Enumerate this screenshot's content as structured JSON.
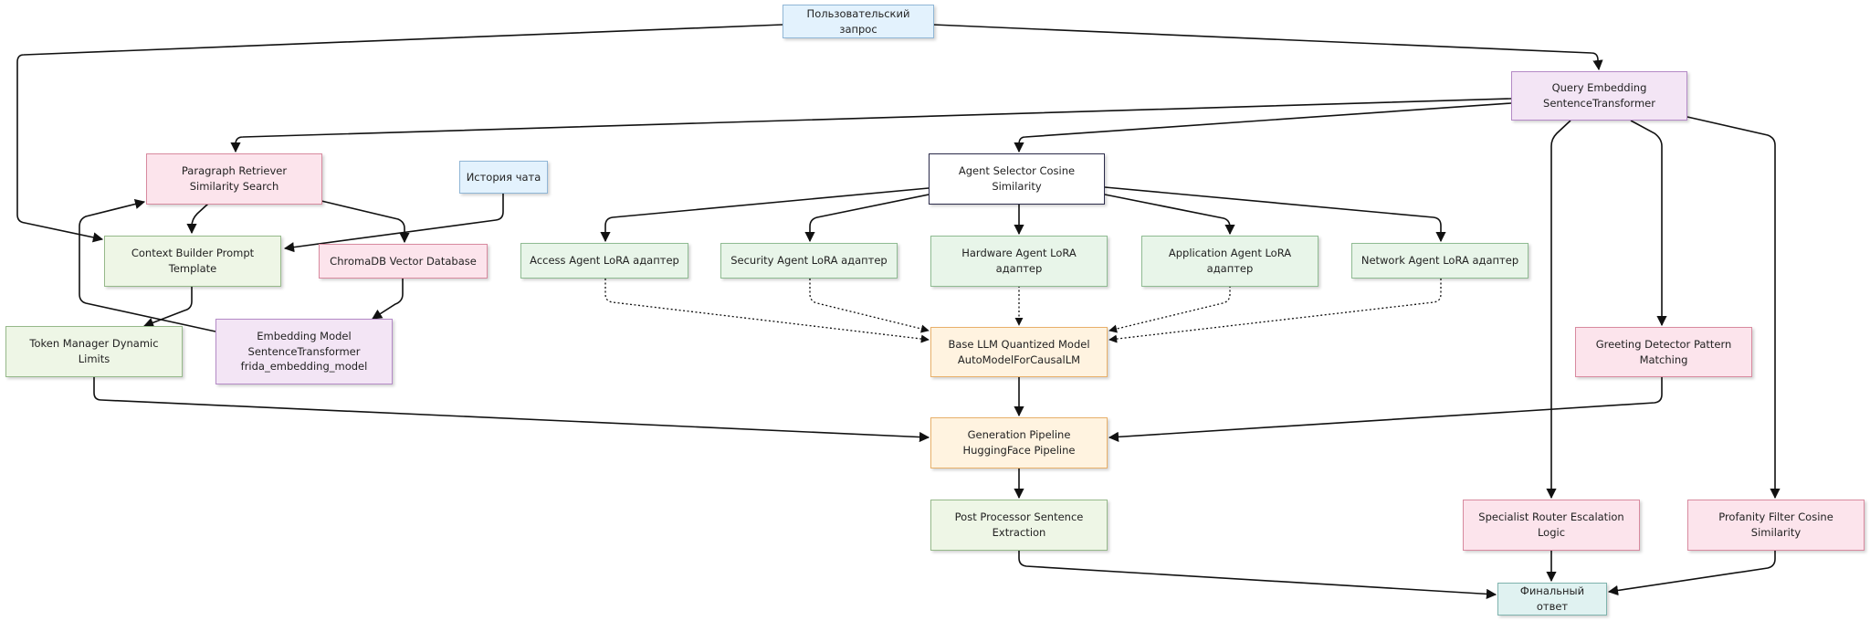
{
  "nodes": {
    "user_query": "Пользовательский запрос",
    "query_embedding": "Query Embedding\nSentenceTransformer",
    "paragraph_retriever": "Paragraph Retriever\nSimilarity Search",
    "chat_history": "История чата",
    "agent_selector": "Agent Selector Cosine\nSimilarity",
    "context_builder": "Context Builder Prompt\nTemplate",
    "chromadb": "ChromaDB Vector Database",
    "access_agent": "Access Agent LoRA адаптер",
    "security_agent": "Security Agent LoRA адаптер",
    "hardware_agent": "Hardware Agent LoRA\nадаптер",
    "application_agent": "Application Agent LoRA\nадаптер",
    "network_agent": "Network Agent LoRA адаптер",
    "token_manager": "Token Manager Dynamic\nLimits",
    "embedding_model": "Embedding Model\nSentenceTransformer\nfrida_embedding_model",
    "base_llm": "Base LLM Quantized Model\nAutoModelForCausalLM",
    "greeting_detector": "Greeting Detector Pattern\nMatching",
    "generation_pipeline": "Generation Pipeline\nHuggingFace Pipeline",
    "post_processor": "Post Processor Sentence\nExtraction",
    "specialist_router": "Specialist Router Escalation\nLogic",
    "profanity_filter": "Profanity Filter Cosine\nSimilarity",
    "final_answer": "Финальный ответ"
  },
  "colors": {
    "edge": "#111111"
  }
}
